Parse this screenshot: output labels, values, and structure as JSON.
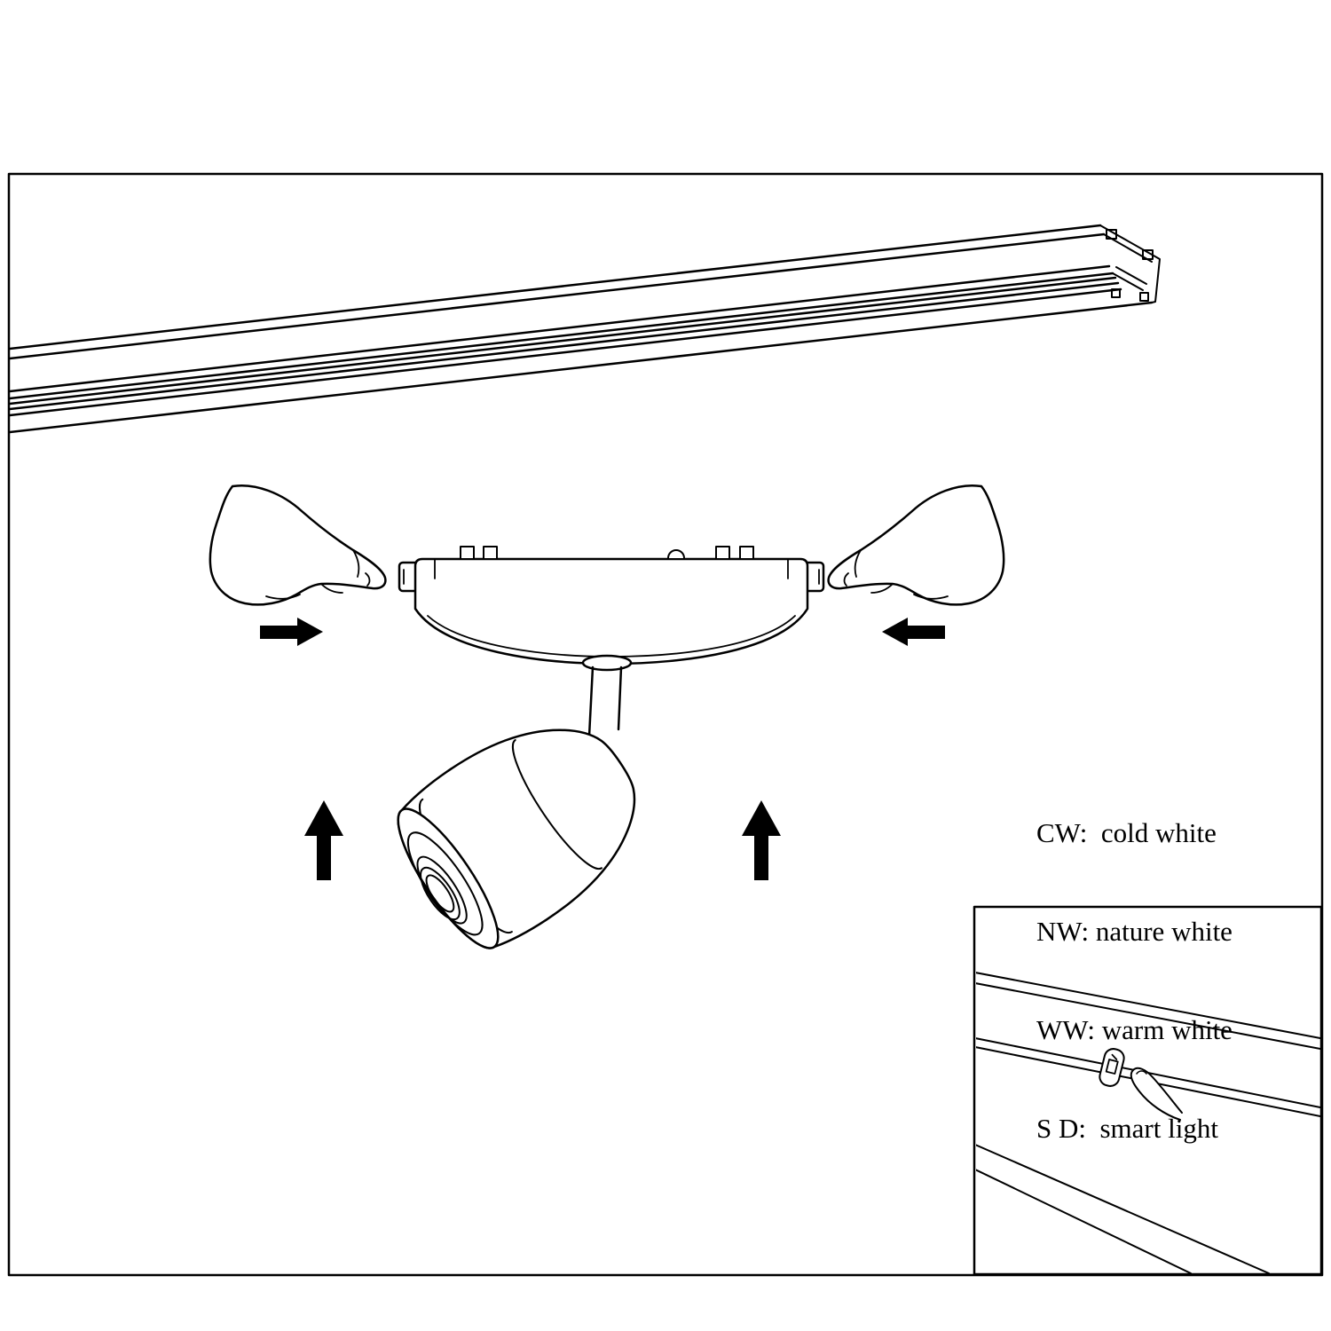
{
  "legend": {
    "lines": [
      "CW:  cold white",
      "NW: nature white",
      "WW: warm white",
      "S D:  smart light"
    ]
  },
  "colors": {
    "ink": "#000000",
    "background": "#ffffff"
  }
}
